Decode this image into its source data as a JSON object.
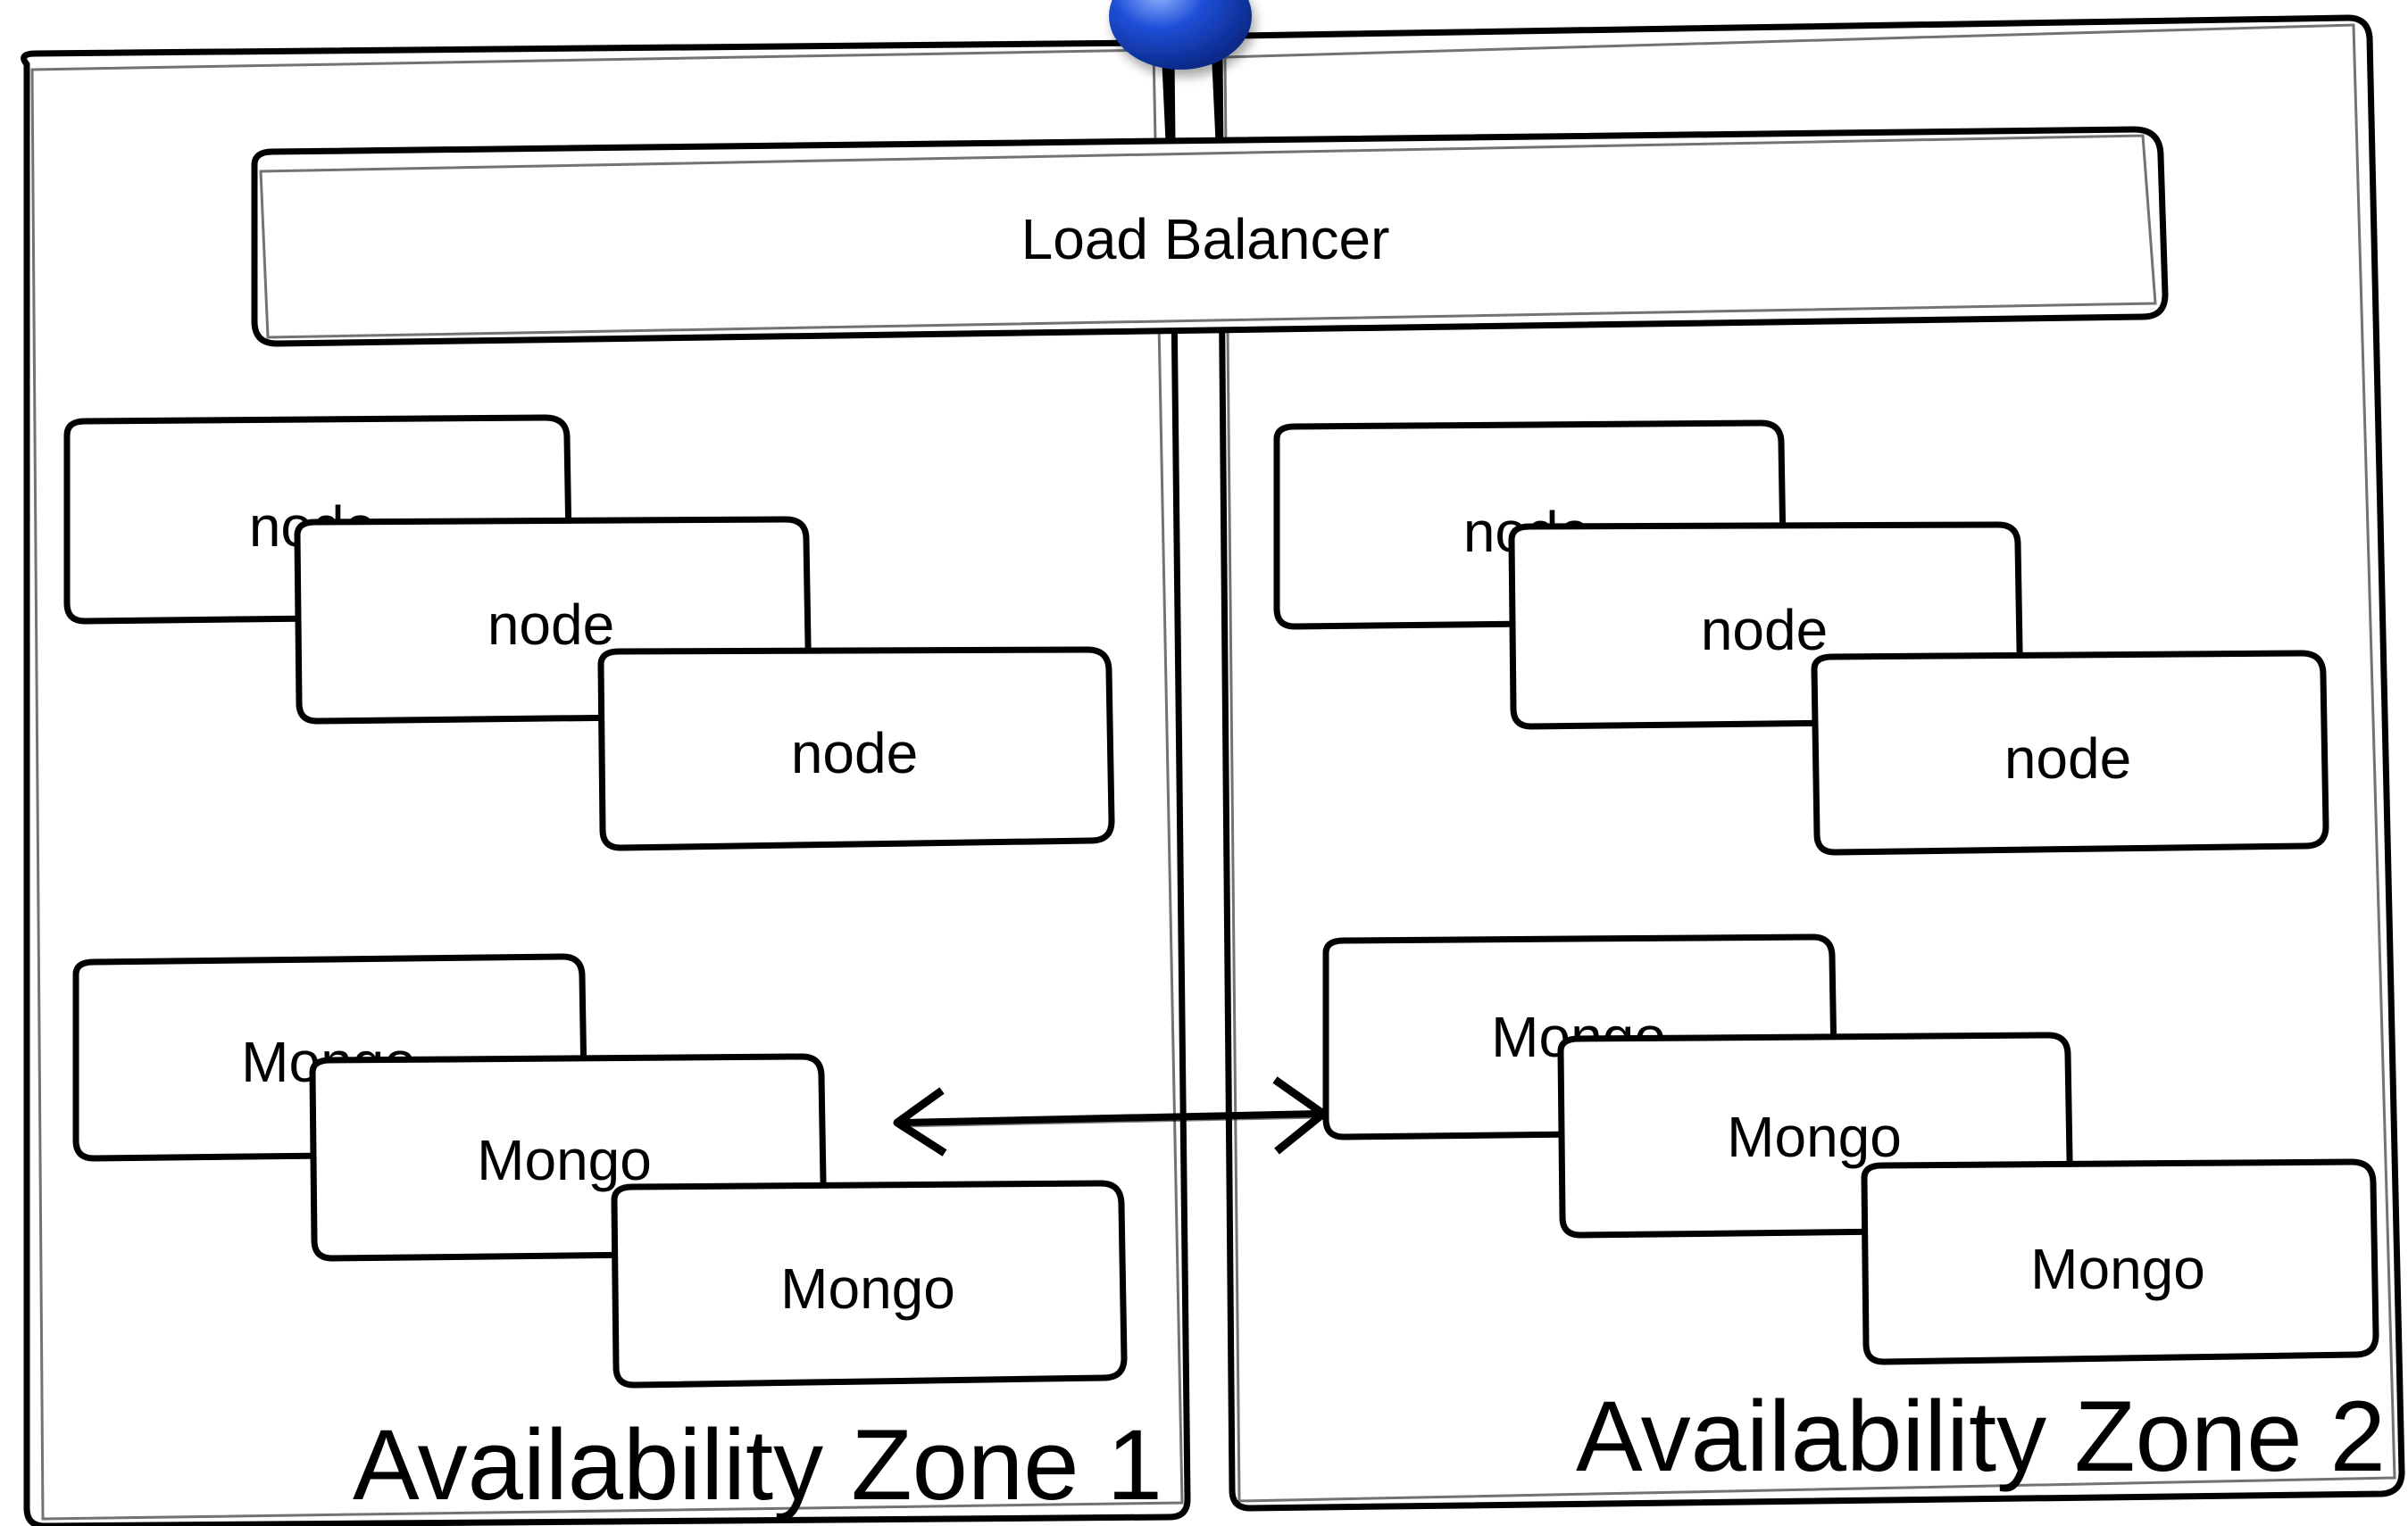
{
  "diagram": {
    "load_balancer": {
      "label": "Load Balancer"
    },
    "zones": [
      {
        "label": "Availability Zone 1",
        "node_boxes": [
          "node",
          "node",
          "node"
        ],
        "mongo_boxes": [
          "Mongo",
          "Mongo",
          "Mongo"
        ]
      },
      {
        "label": "Availability Zone 2",
        "node_boxes": [
          "node",
          "node",
          "node"
        ],
        "mongo_boxes": [
          "Mongo",
          "Mongo",
          "Mongo"
        ]
      }
    ],
    "colors": {
      "stroke": "#000000",
      "background": "#ffffff",
      "pushpin": "#1f4fd8"
    },
    "icons": {
      "pushpin": "pushpin-icon",
      "replication_arrow": "double-arrow-icon"
    }
  }
}
